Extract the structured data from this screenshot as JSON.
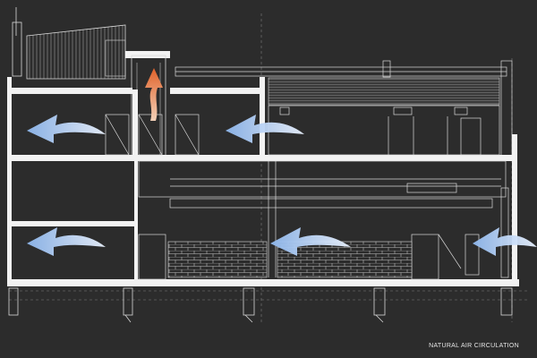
{
  "caption": "NATURAL AIR CIRCULATION",
  "colors": {
    "background": "#2c2c2c",
    "line": "#d9d9d9",
    "slab": "#f2f2f2",
    "cool_arrow": "#a9c9f0",
    "warm_arrow": "#e0622a"
  },
  "arrows": [
    {
      "name": "arrow-upper-left",
      "kind": "cool"
    },
    {
      "name": "arrow-upper-middle",
      "kind": "cool"
    },
    {
      "name": "arrow-lower-left",
      "kind": "cool"
    },
    {
      "name": "arrow-lower-middle",
      "kind": "cool"
    },
    {
      "name": "arrow-lower-right",
      "kind": "cool"
    },
    {
      "name": "arrow-chimney-up",
      "kind": "warm"
    }
  ]
}
